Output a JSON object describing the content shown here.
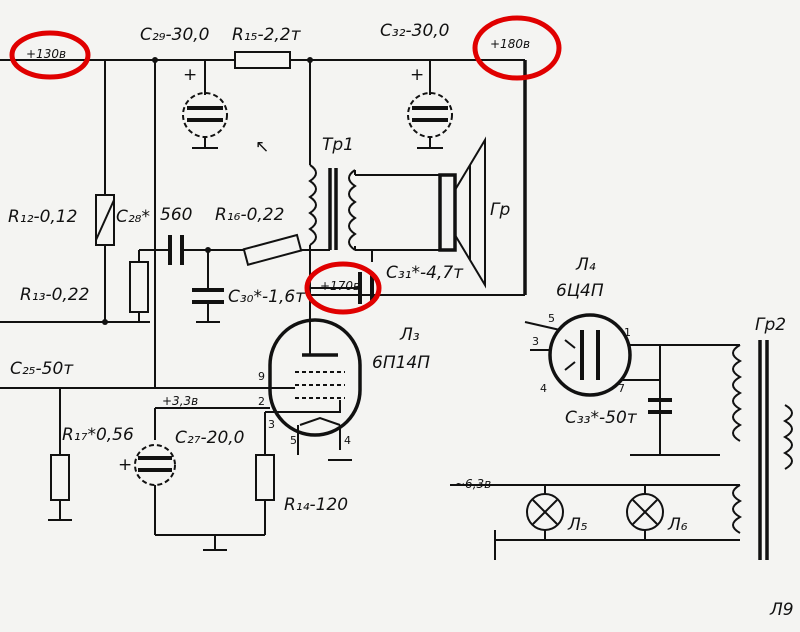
{
  "labels": {
    "c29": "C₂₉-30,0",
    "r15": "R₁₅-2,2т",
    "c32": "C₃₂-30,0",
    "v_left": "+130в",
    "v_right": "+180в",
    "tp1": "Тр1",
    "gr": "Гр",
    "r12": "R₁₂-0,12",
    "c28": "C₂₈*",
    "c28_val": "560",
    "r16": "R₁₆-0,22",
    "r13": "R₁₃-0,22",
    "c30": "C₃₀*-1,6т",
    "v_170": "+170в",
    "c31": "C₃₁*-4,7т",
    "l4": "Л₄",
    "l4_type": "6Ц4П",
    "l3": "Л₃",
    "l3_type": "6П14П",
    "c25": "C₂₅-50т",
    "v_3_3": "+3,3в",
    "r17": "R₁₇*0,56",
    "c27": "C₂₇-20,0",
    "r14": "R₁₄-120",
    "c33": "C₃₃*-50т",
    "v_6_3": "~6,3в",
    "l5": "Л₅",
    "l6": "Л₆",
    "gr2": "Гр2",
    "l9": "Л9",
    "pin_1": "1",
    "pin_2": "2",
    "pin_3": "3",
    "pin_4": "4",
    "pin_5": "5",
    "pin_7": "7",
    "pin_9": "9",
    "pin_1v": "1",
    "pin_3v": "3",
    "pin_4v": "4",
    "pin_5v": "5",
    "pin_7v": "7",
    "plus": "+",
    "plus2": "+",
    "plus3": "+",
    "arrow": "↖"
  },
  "colors": {
    "ink": "#111111",
    "highlight_circle": "#e00000",
    "paper": "#f4f4f2"
  }
}
